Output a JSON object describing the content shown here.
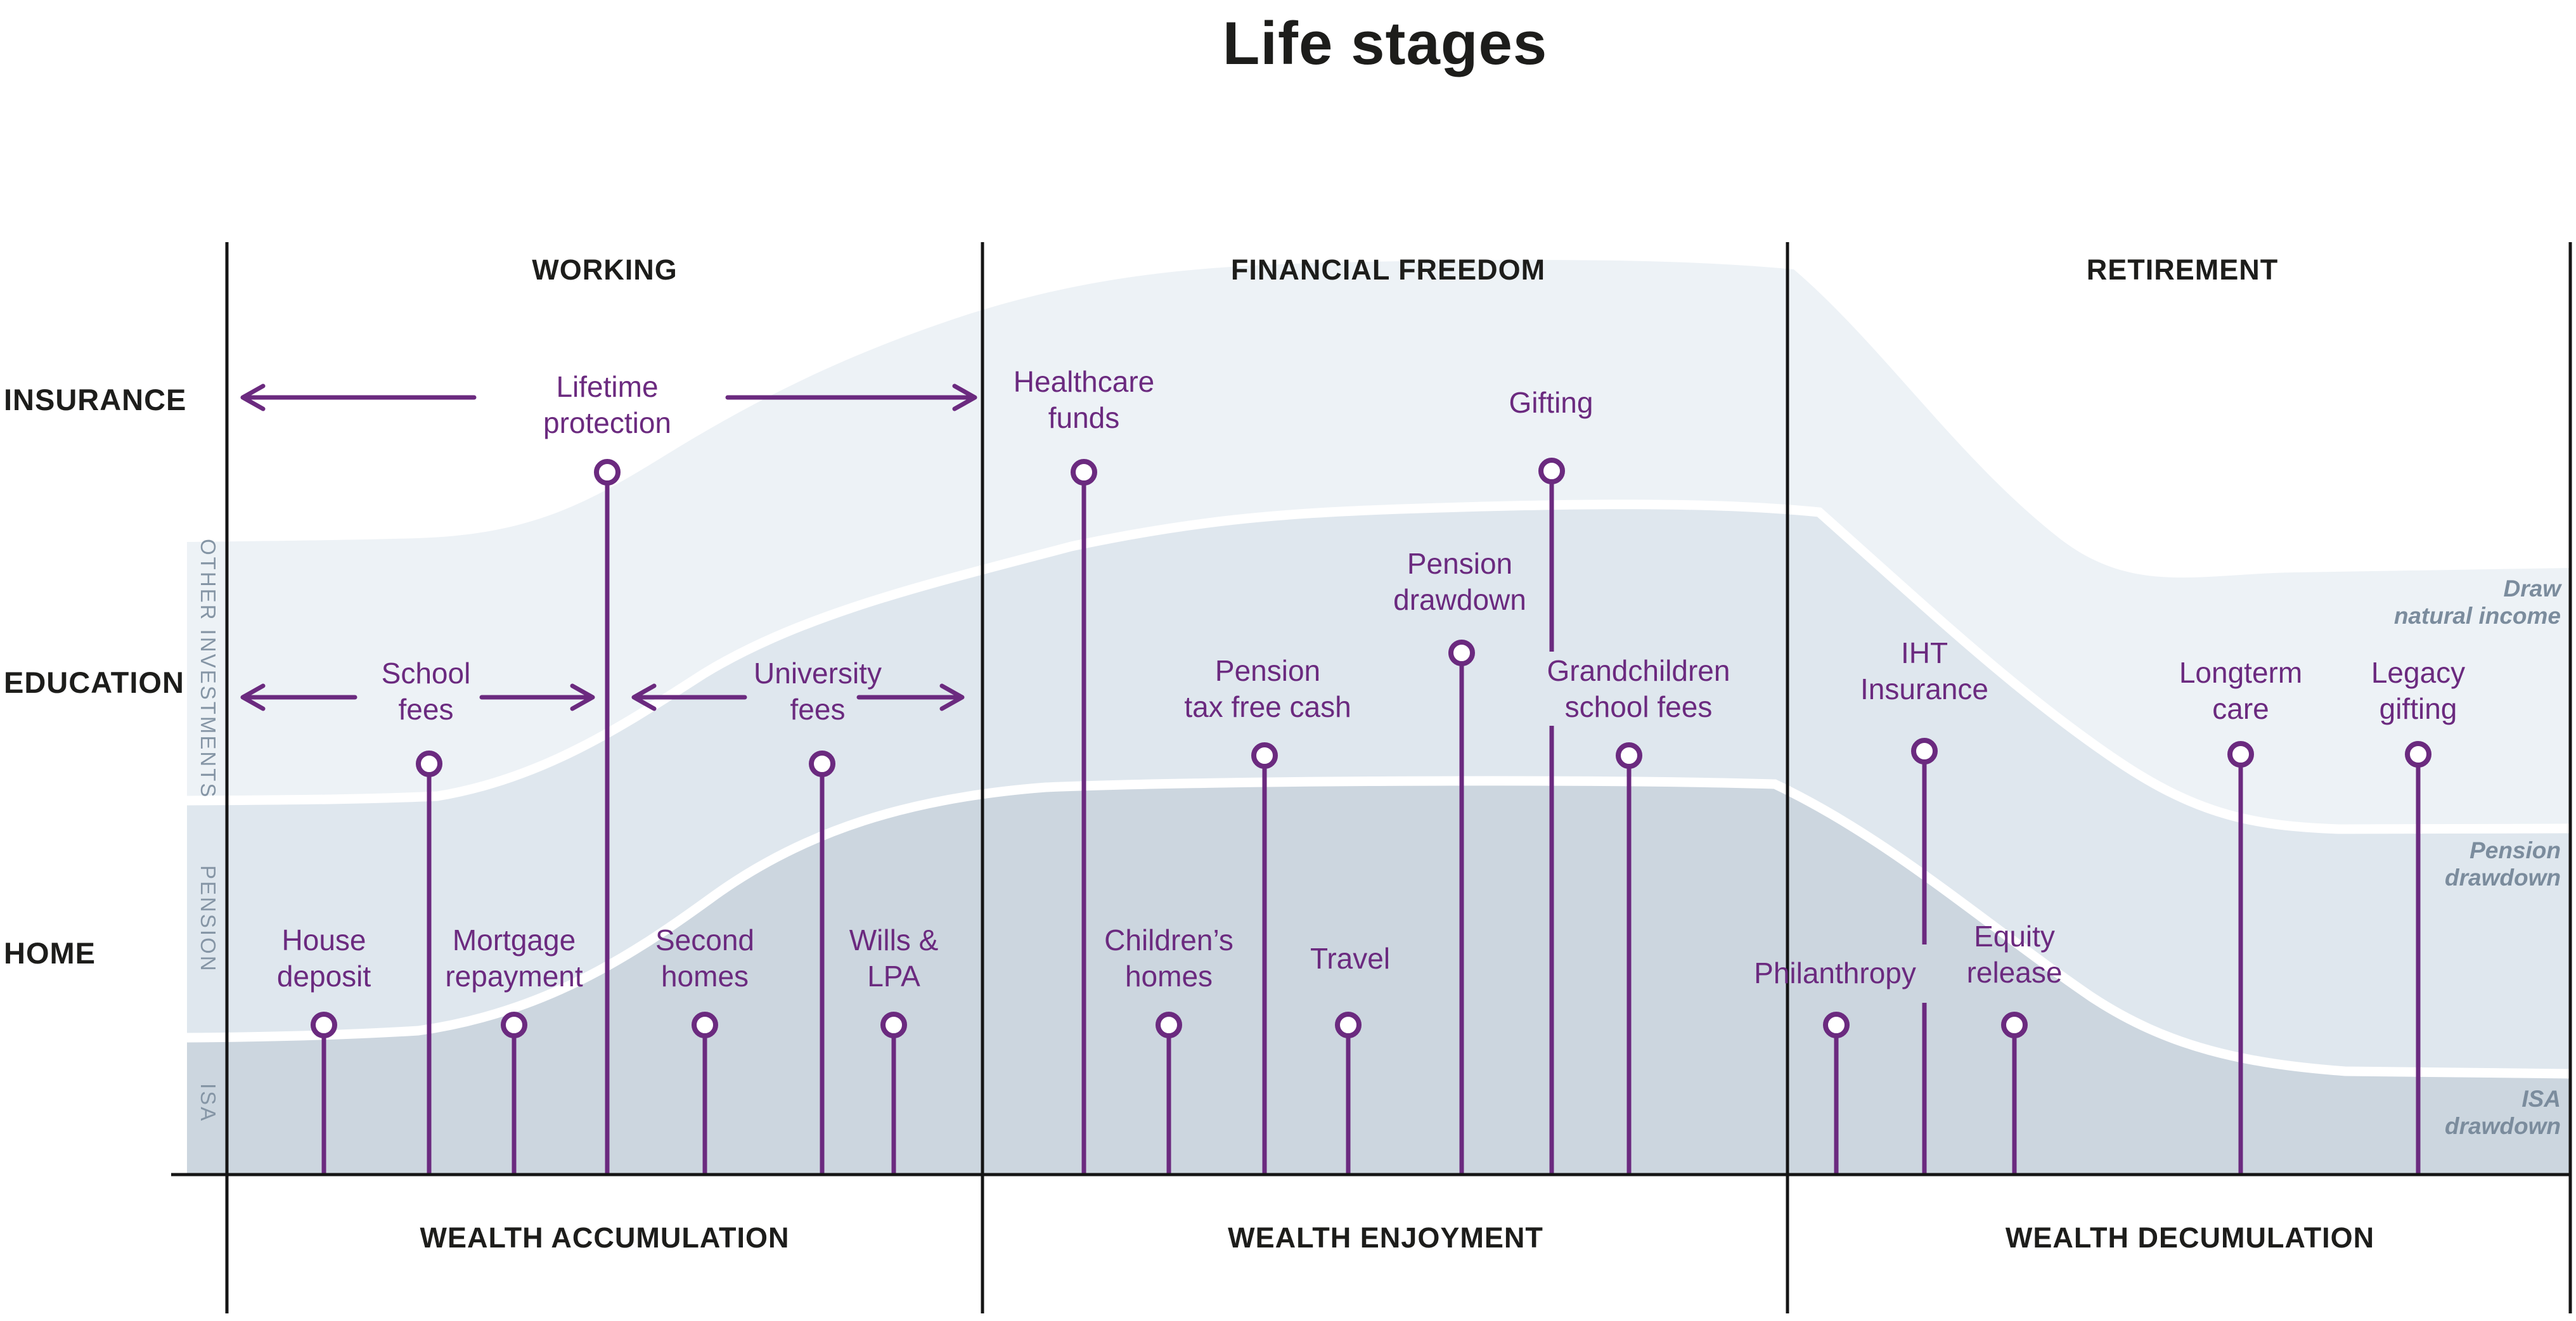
{
  "title": "Life stages",
  "colors": {
    "purple": "#6b2a7f",
    "band_other_investments": "#edf2f6",
    "band_pension": "#dfe7ee",
    "band_isa": "#ccd6df",
    "band_label_text": "#8595a5",
    "note_text": "#7b8c9d",
    "text_dark": "#1d1d1b"
  },
  "sections": [
    {
      "header": "WORKING",
      "footer": "WEALTH ACCUMULATION"
    },
    {
      "header": "FINANCIAL FREEDOM",
      "footer": "WEALTH ENJOYMENT"
    },
    {
      "header": "RETIREMENT",
      "footer": "WEALTH DECUMULATION"
    }
  ],
  "rows": [
    {
      "label": "INSURANCE"
    },
    {
      "label": "EDUCATION"
    },
    {
      "label": "HOME"
    }
  ],
  "bands": [
    {
      "label": "OTHER INVESTMENTS"
    },
    {
      "label": "PENSION"
    },
    {
      "label": "ISA"
    }
  ],
  "notes": [
    {
      "label": "Draw\nnatural income"
    },
    {
      "label": "Pension\ndrawdown"
    },
    {
      "label": "ISA\ndrawdown"
    }
  ],
  "events": [
    {
      "name": "lifetime-protection",
      "label": "Lifetime\nprotection"
    },
    {
      "name": "school-fees",
      "label": "School\nfees"
    },
    {
      "name": "university-fees",
      "label": "University\nfees"
    },
    {
      "name": "house-deposit",
      "label": "House\ndeposit"
    },
    {
      "name": "mortgage-repayment",
      "label": "Mortgage\nrepayment"
    },
    {
      "name": "second-homes",
      "label": "Second\nhomes"
    },
    {
      "name": "wills-lpa",
      "label": "Wills &\nLPA"
    },
    {
      "name": "healthcare-funds",
      "label": "Healthcare\nfunds"
    },
    {
      "name": "gifting",
      "label": "Gifting"
    },
    {
      "name": "pension-drawdown",
      "label": "Pension\ndrawdown"
    },
    {
      "name": "pension-tax-free-cash",
      "label": "Pension\ntax free cash"
    },
    {
      "name": "grandchildren-school-fees",
      "label": "Grandchildren\nschool fees"
    },
    {
      "name": "childrens-homes",
      "label": "Children’s\nhomes"
    },
    {
      "name": "travel",
      "label": "Travel"
    },
    {
      "name": "iht-insurance",
      "label": "IHT\nInsurance"
    },
    {
      "name": "philanthropy",
      "label": "Philanthropy"
    },
    {
      "name": "equity-release",
      "label": "Equity\nrelease"
    },
    {
      "name": "longterm-care",
      "label": "Longterm\ncare"
    },
    {
      "name": "legacy-gifting",
      "label": "Legacy\ngifting"
    }
  ]
}
